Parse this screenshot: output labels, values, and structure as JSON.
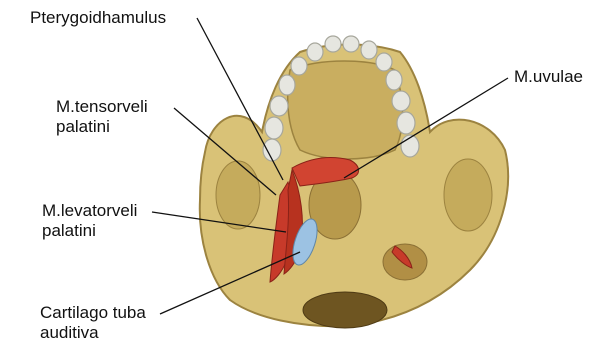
{
  "labels": {
    "pterygoidhamulus": "Pterygoidhamulus",
    "tensor_veli_palatini": "M.tensorveli\npalatini",
    "uvulae": "M.uvulae",
    "levator_veli_palatini": "M.levatorveli\npalatini",
    "cartilago_tuba_auditiva": "Cartilago tuba\nauditiva"
  },
  "colors": {
    "bone": "#d9c277",
    "bone_shadow": "#9c8340",
    "teeth": "#e6e6e0",
    "muscle": "#c73a2a",
    "cartilage": "#9cc2e3",
    "leader_line": "#111111"
  }
}
